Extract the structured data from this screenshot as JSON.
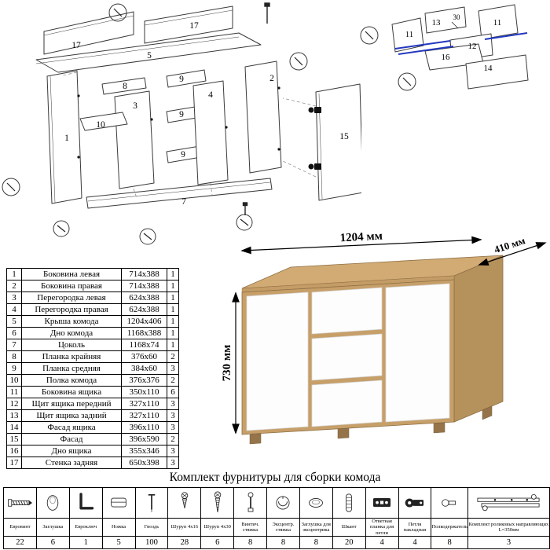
{
  "diagrams": {
    "main_labels": {
      "p17a": "17",
      "p17b": "17",
      "p5": "5",
      "p1": "1",
      "p8": "8",
      "p3": "3",
      "p9a": "9",
      "p9b": "9",
      "p9c": "9",
      "p4": "4",
      "p10": "10",
      "p2": "2",
      "p15": "15",
      "p7": "7"
    },
    "drawer_labels": {
      "p13": "13",
      "p11a": "11",
      "p11b": "11",
      "p12": "12",
      "p16": "16",
      "p14": "14",
      "dim30": "30"
    }
  },
  "product": {
    "dim_width": "1204 мм",
    "dim_depth": "410 мм",
    "dim_height": "730 мм",
    "wood_color": "#c79f69",
    "wood_top_color": "#d2ab74",
    "wood_side_color": "#b5915c",
    "front_color": "#fdfdfd"
  },
  "parts_table": {
    "rows": [
      {
        "num": "1",
        "name": "Боковина левая",
        "size": "714x388",
        "qty": "1"
      },
      {
        "num": "2",
        "name": "Боковина правая",
        "size": "714x388",
        "qty": "1"
      },
      {
        "num": "3",
        "name": "Перегородка левая",
        "size": "624x388",
        "qty": "1"
      },
      {
        "num": "4",
        "name": "Перегородка правая",
        "size": "624x388",
        "qty": "1"
      },
      {
        "num": "5",
        "name": "Крыша комода",
        "size": "1204x406",
        "qty": "1"
      },
      {
        "num": "6",
        "name": "Дно комода",
        "size": "1168x388",
        "qty": "1"
      },
      {
        "num": "7",
        "name": "Цоколь",
        "size": "1168x74",
        "qty": "1"
      },
      {
        "num": "8",
        "name": "Планка крайняя",
        "size": "376x60",
        "qty": "2"
      },
      {
        "num": "9",
        "name": "Планка средняя",
        "size": "384x60",
        "qty": "3"
      },
      {
        "num": "10",
        "name": "Полка комода",
        "size": "376x376",
        "qty": "2"
      },
      {
        "num": "11",
        "name": "Боковина ящика",
        "size": "350x110",
        "qty": "6"
      },
      {
        "num": "12",
        "name": "Щит ящика передний",
        "size": "327x110",
        "qty": "3"
      },
      {
        "num": "13",
        "name": "Щит ящика задний",
        "size": "327x110",
        "qty": "3"
      },
      {
        "num": "14",
        "name": "Фасад ящика",
        "size": "396x110",
        "qty": "3"
      },
      {
        "num": "15",
        "name": "Фасад",
        "size": "396x590",
        "qty": "2"
      },
      {
        "num": "16",
        "name": "Дно ящика",
        "size": "355x346",
        "qty": "3"
      },
      {
        "num": "17",
        "name": "Стенка задняя",
        "size": "650x398",
        "qty": "3"
      }
    ]
  },
  "hardware": {
    "title": "Комплект фурнитуры для сборки комода",
    "items": [
      {
        "icon": "confirmat-screw-icon",
        "name": "Евровинт",
        "qty": "22"
      },
      {
        "icon": "cap-icon",
        "name": "Заглушка",
        "qty": "6"
      },
      {
        "icon": "hex-key-icon",
        "name": "Евроключ",
        "qty": "1"
      },
      {
        "icon": "foot-icon",
        "name": "Ножка",
        "qty": "5"
      },
      {
        "icon": "nail-icon",
        "name": "Гвоздь",
        "qty": "100"
      },
      {
        "icon": "screw-small-icon",
        "name": "Шуруп 4x16",
        "qty": "28"
      },
      {
        "icon": "screw-large-icon",
        "name": "Шуруп 4x30",
        "qty": "6"
      },
      {
        "icon": "bolt-icon",
        "name": "Винтич. стяжка",
        "qty": "8"
      },
      {
        "icon": "cam-icon",
        "name": "Эксцентр. стяжка",
        "qty": "8"
      },
      {
        "icon": "cam-cap-icon",
        "name": "Заглушка для эксцентрика",
        "qty": "8"
      },
      {
        "icon": "dowel-icon",
        "name": "Шкант",
        "qty": "20"
      },
      {
        "icon": "hinge-plate-icon",
        "name": "Ответная планка для петли",
        "qty": "4"
      },
      {
        "icon": "hinge-icon",
        "name": "Петля накладная",
        "qty": "4"
      },
      {
        "icon": "shelf-pin-icon",
        "name": "Полкодержатель",
        "qty": "8"
      },
      {
        "icon": "drawer-slide-icon",
        "name": "Комплект роликовых направляющих L=350мм",
        "qty": "3",
        "wide": true
      }
    ]
  }
}
